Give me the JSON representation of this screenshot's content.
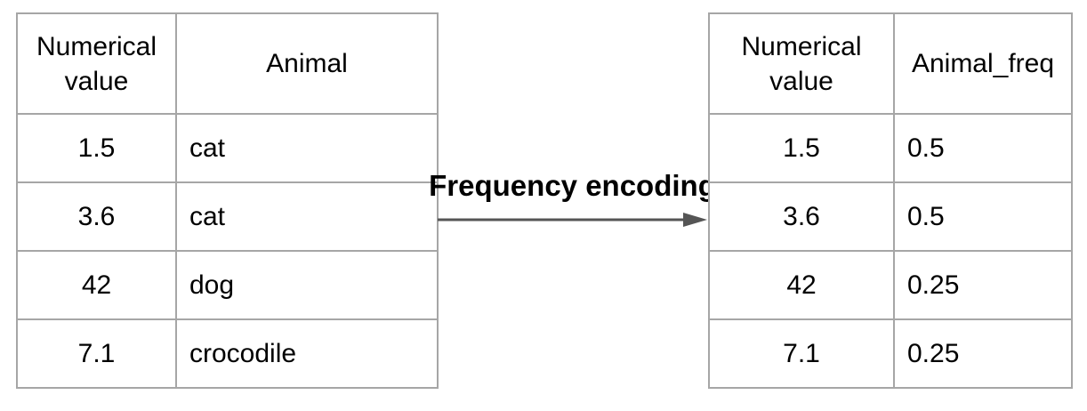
{
  "colors": {
    "background": "#ffffff",
    "table_border": "#a6a6a6",
    "arrow": "#555555",
    "text": "#000000"
  },
  "left_table": {
    "headers": [
      "Numerical value",
      "Animal"
    ],
    "rows": [
      [
        "1.5",
        "cat"
      ],
      [
        "3.6",
        "cat"
      ],
      [
        "42",
        "dog"
      ],
      [
        "7.1",
        "crocodile"
      ]
    ]
  },
  "arrow": {
    "label": "Frequency encoding"
  },
  "right_table": {
    "headers": [
      "Numerical value",
      "Animal_freq"
    ],
    "rows": [
      [
        "1.5",
        "0.5"
      ],
      [
        "3.6",
        "0.5"
      ],
      [
        "42",
        "0.25"
      ],
      [
        "7.1",
        "0.25"
      ]
    ]
  }
}
